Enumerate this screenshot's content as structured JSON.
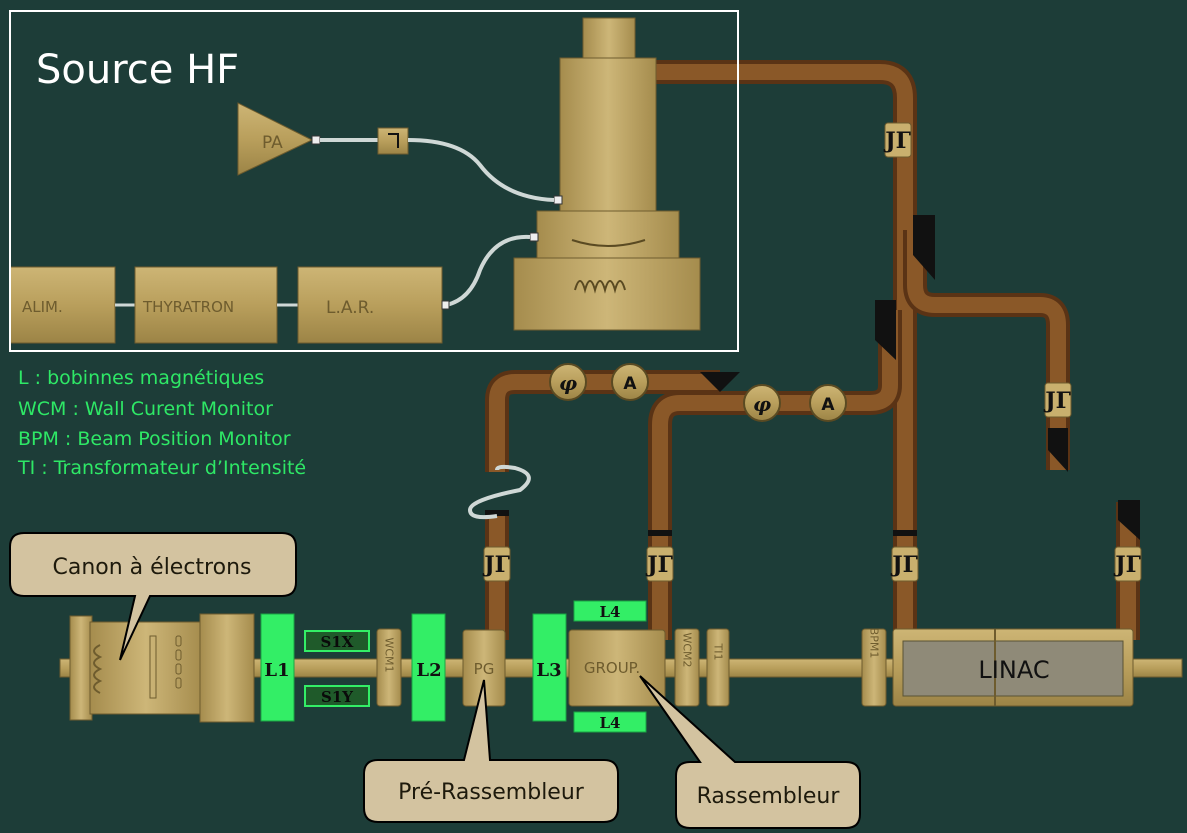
{
  "title": "Source HF",
  "colors": {
    "background": "#1d3d38",
    "gold": "#c3a96a",
    "gold_dark": "#8a7440",
    "copper": "#7a4a22",
    "green": "#33ee66",
    "legend_text": "#2ee866",
    "callout_fill": "#d3c3a0"
  },
  "legend": [
    "L : bobinnes magnétiques",
    "WCM : Wall Curent Monitor",
    "BPM :  Beam Position Monitor",
    "TI : Transformateur d’Intensité"
  ],
  "hf_chain": {
    "amplifier": "PA",
    "power_supply": "ALIM.",
    "thyratron": "THYRATRON",
    "lar": "L.A.R."
  },
  "beamline": {
    "l1": "L1",
    "s1x": "S1X",
    "s1y": "S1Y",
    "wcm1": "WCM1",
    "l2": "L2",
    "pg": "PG",
    "l3": "L3",
    "group": "GROUP.",
    "l4_top": "L4",
    "l4_bottom": "L4",
    "wcm2": "WCM2",
    "ti1": "TI1",
    "bpm1": "BPM1",
    "linac": "LINAC"
  },
  "instruments": {
    "phase_1": "φ",
    "amp_1": "A",
    "phase_2": "φ",
    "amp_2": "A"
  },
  "callouts": {
    "gun": "Canon à électrons",
    "prebuncher": "Pré-Rassembleur",
    "buncher": "Rassembleur"
  }
}
